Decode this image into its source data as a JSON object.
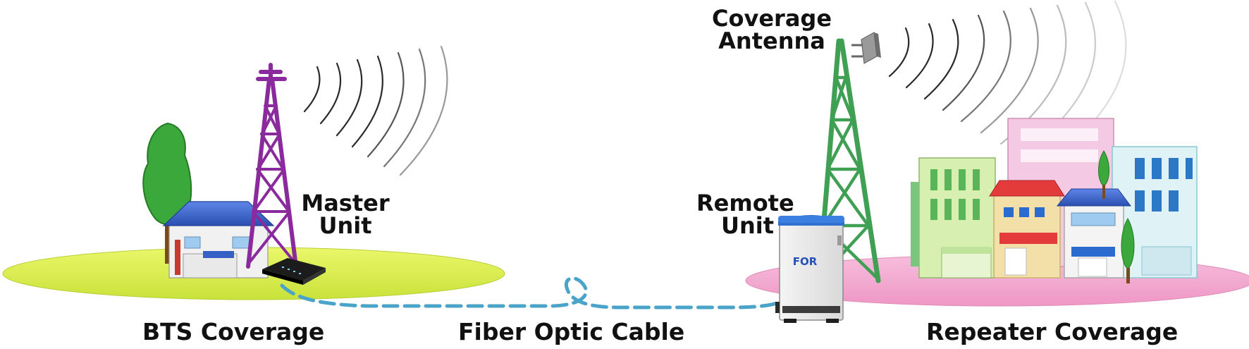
{
  "labels": {
    "master_unit": [
      "Master",
      "Unit"
    ],
    "remote_unit": [
      "Remote",
      "Unit"
    ],
    "coverage_antenna": [
      "Coverage",
      "Antenna"
    ],
    "bts_coverage": "BTS Coverage",
    "fiber_optic_cable": "Fiber Optic Cable",
    "repeater_coverage": "Repeater Coverage",
    "remote_unit_brand": "FOR"
  },
  "colors": {
    "bts_area": "#d6ec4c",
    "repeater_area": "#f2a7cf",
    "master_tower": "#8a2a9c",
    "remote_tower": "#3f9f52",
    "fiber_cable": "#4aa3c8",
    "signal_waves": "#2a2a2a",
    "remote_unit_cap": "#2f6fd0"
  },
  "icons": [
    "tree-icon",
    "house-icon",
    "tower-icon",
    "router-icon",
    "antenna-icon",
    "remote-unit-cabinet-icon",
    "city-buildings-icon",
    "signal-waves-icon"
  ]
}
